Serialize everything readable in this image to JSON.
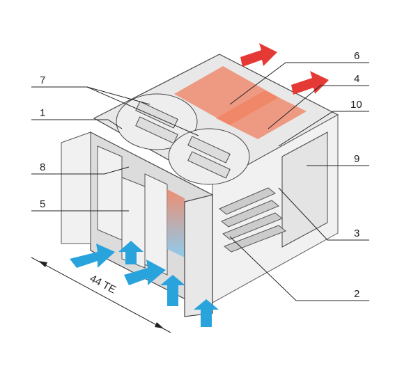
{
  "diagram": {
    "callouts": [
      "1",
      "2",
      "3",
      "4",
      "5",
      "6",
      "7",
      "8",
      "9",
      "10"
    ],
    "dimension_label": "44 TE",
    "colors": {
      "hot_air": "#e53935",
      "cold_air": "#29a3dc",
      "frame": "#e8e8e8",
      "outline": "#444444"
    }
  }
}
